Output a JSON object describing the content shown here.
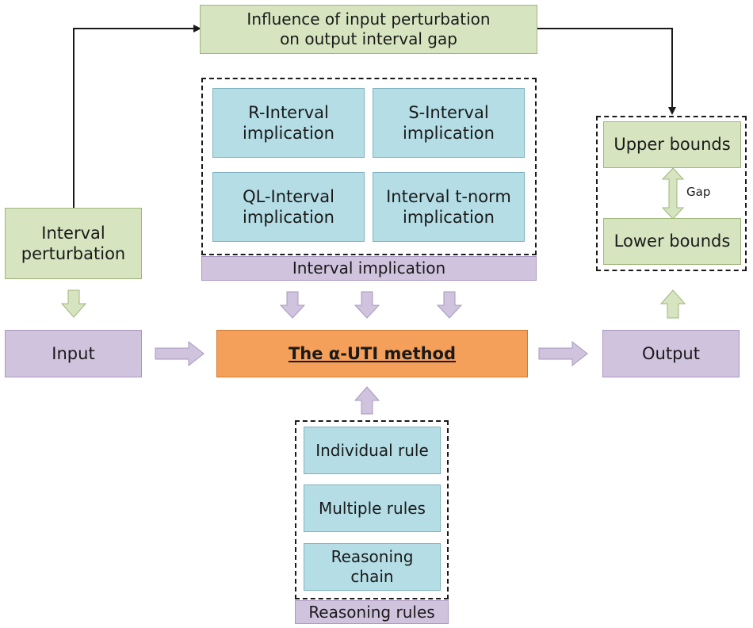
{
  "top_box": {
    "text": "Influence of input perturbation\non output interval gap"
  },
  "interval_perturbation": {
    "text": "Interval\nperturbation"
  },
  "implications": {
    "items": [
      {
        "text": "R-Interval\nimplication"
      },
      {
        "text": "S-Interval\nimplication"
      },
      {
        "text": "QL-Interval\nimplication"
      },
      {
        "text": "Interval t-norm\nimplication"
      }
    ],
    "caption": "Interval implication"
  },
  "input": {
    "label": "Input"
  },
  "method": {
    "label": "The α-UTI method"
  },
  "output": {
    "label": "Output"
  },
  "bounds": {
    "upper": "Upper bounds",
    "lower": "Lower bounds",
    "gap": "Gap"
  },
  "reasoning": {
    "items": [
      {
        "text": "Individual rule"
      },
      {
        "text": "Multiple rules"
      },
      {
        "text": "Reasoning\nchain"
      }
    ],
    "caption": "Reasoning rules"
  },
  "colors": {
    "green": "#d6e4bf",
    "blue": "#b4dde5",
    "purple": "#cfc3dd",
    "orange": "#f5a05a",
    "arrow_fill": "#cfc3dd",
    "arrow_green": "#d6e4bf"
  }
}
